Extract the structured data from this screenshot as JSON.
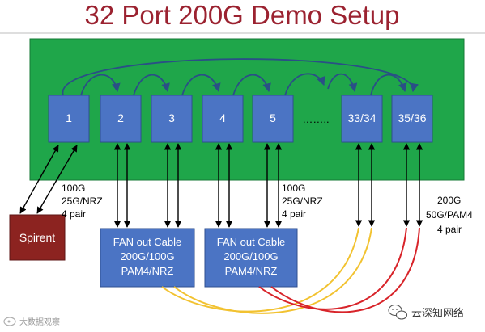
{
  "title": "32 Port 200G Demo Setup",
  "colors": {
    "title": "#9b2230",
    "board": "#1fa64a",
    "port_fill": "#4b74c4",
    "spirent_fill": "#8c2320",
    "cable_yellow": "#f2c230",
    "cable_red": "#d8242a"
  },
  "ports": [
    {
      "label": "1"
    },
    {
      "label": "2"
    },
    {
      "label": "3"
    },
    {
      "label": "4"
    },
    {
      "label": "5"
    },
    {
      "label": "33/34"
    },
    {
      "label": "35/36"
    }
  ],
  "ellipsis": "……..",
  "spirent": "Spirent",
  "fanout_cables": [
    {
      "line1": "FAN out Cable",
      "line2": "200G/100G",
      "line3": "PAM4/NRZ"
    },
    {
      "line1": "FAN out Cable",
      "line2": "200G/100G",
      "line3": "PAM4/NRZ"
    }
  ],
  "specs": {
    "left": [
      "100G",
      "25G/NRZ",
      "4 pair"
    ],
    "middle": [
      "100G",
      "25G/NRZ",
      "4 pair"
    ],
    "right": [
      "200G",
      "50G/PAM4",
      "4 pair"
    ]
  },
  "watermarks": {
    "bottom_left": "大数据观察",
    "bottom_right": "云深知网络"
  },
  "icons": [
    "wechat-icon",
    "weibo-icon"
  ]
}
